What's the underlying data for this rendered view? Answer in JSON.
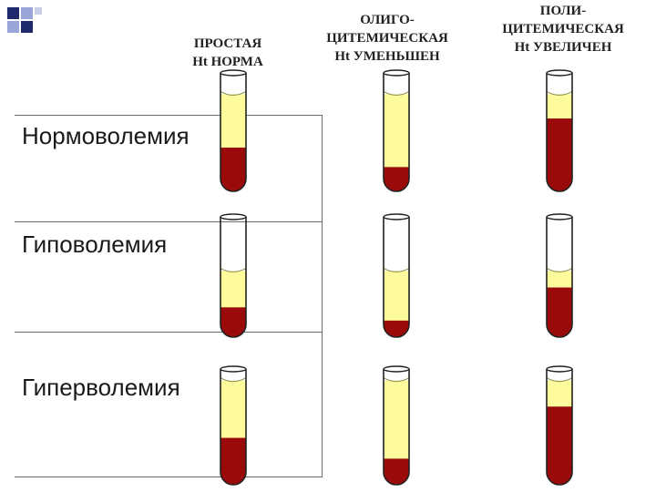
{
  "headers": {
    "simple": "ПРОСТАЯ\nHt НОРМА",
    "oligo": "ОЛИГО-\nЦИТЕМИЧЕСКАЯ\nHt УМЕНЬШЕН",
    "poly": "ПОЛИ-\nЦИТЕМИЧЕСКАЯ\nHt УВЕЛИЧЕН"
  },
  "rows": [
    "Нормоволемия",
    "Гиповолемия",
    "Гиперволемия"
  ],
  "colors": {
    "plasma": "#fdfb9b",
    "cells": "#9b0a0a",
    "tube_outline": "#222222",
    "logo_dark": "#1e2a6b",
    "logo_light": "#9aa6d8"
  },
  "tubes": [
    {
      "column": "simple",
      "row": "Нормоволемия",
      "fill_level": 0.82,
      "hematocrit": 0.45
    },
    {
      "column": "oligo",
      "row": "Нормоволемия",
      "fill_level": 0.82,
      "hematocrit": 0.25
    },
    {
      "column": "poly",
      "row": "Нормоволемия",
      "fill_level": 0.82,
      "hematocrit": 0.75
    },
    {
      "column": "simple",
      "row": "Гиповолемия",
      "fill_level": 0.55,
      "hematocrit": 0.45
    },
    {
      "column": "oligo",
      "row": "Гиповолемия",
      "fill_level": 0.55,
      "hematocrit": 0.25
    },
    {
      "column": "poly",
      "row": "Гиповолемия",
      "fill_level": 0.55,
      "hematocrit": 0.75
    },
    {
      "column": "simple",
      "row": "Гиперволемия",
      "fill_level": 0.9,
      "hematocrit": 0.45
    },
    {
      "column": "oligo",
      "row": "Гиперволемия",
      "fill_level": 0.9,
      "hematocrit": 0.25
    },
    {
      "column": "poly",
      "row": "Гиперволемия",
      "fill_level": 0.9,
      "hematocrit": 0.75
    }
  ]
}
